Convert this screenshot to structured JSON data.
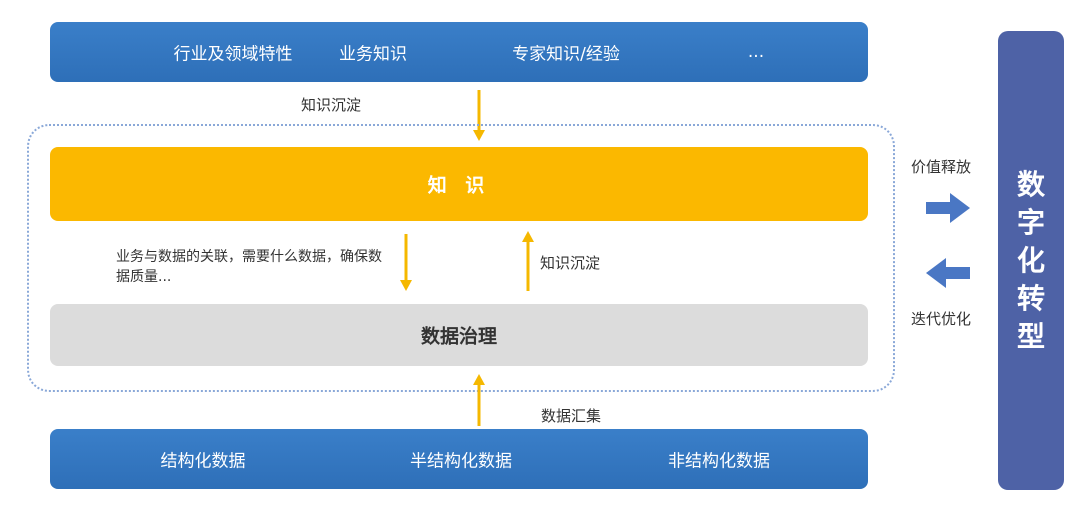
{
  "top_bar": {
    "items": [
      "行业及领域特性",
      "业务知识",
      "专家知识/经验",
      "..."
    ]
  },
  "labels": {
    "knowledge_deposit_top": "知识沉淀",
    "knowledge_deposit_mid": "知识沉淀",
    "data_collect": "数据汇集",
    "value_release": "价值释放",
    "iterative_optimize": "迭代优化",
    "note": "业务与数据的关联，需要什么数据，确保数据质量..."
  },
  "knowledge_bar": {
    "label": "知 识"
  },
  "governance_bar": {
    "label": "数据治理"
  },
  "bottom_bar": {
    "items": [
      "结构化数据",
      "半结构化数据",
      "非结构化数据"
    ]
  },
  "side_panel": {
    "label": "数字化转型"
  },
  "colors": {
    "blue": "#2e6fb8",
    "orange": "#fbb800",
    "gray": "#dcdcdc",
    "panel": "#4e62a6",
    "arrow_blue": "#4a77c4"
  }
}
